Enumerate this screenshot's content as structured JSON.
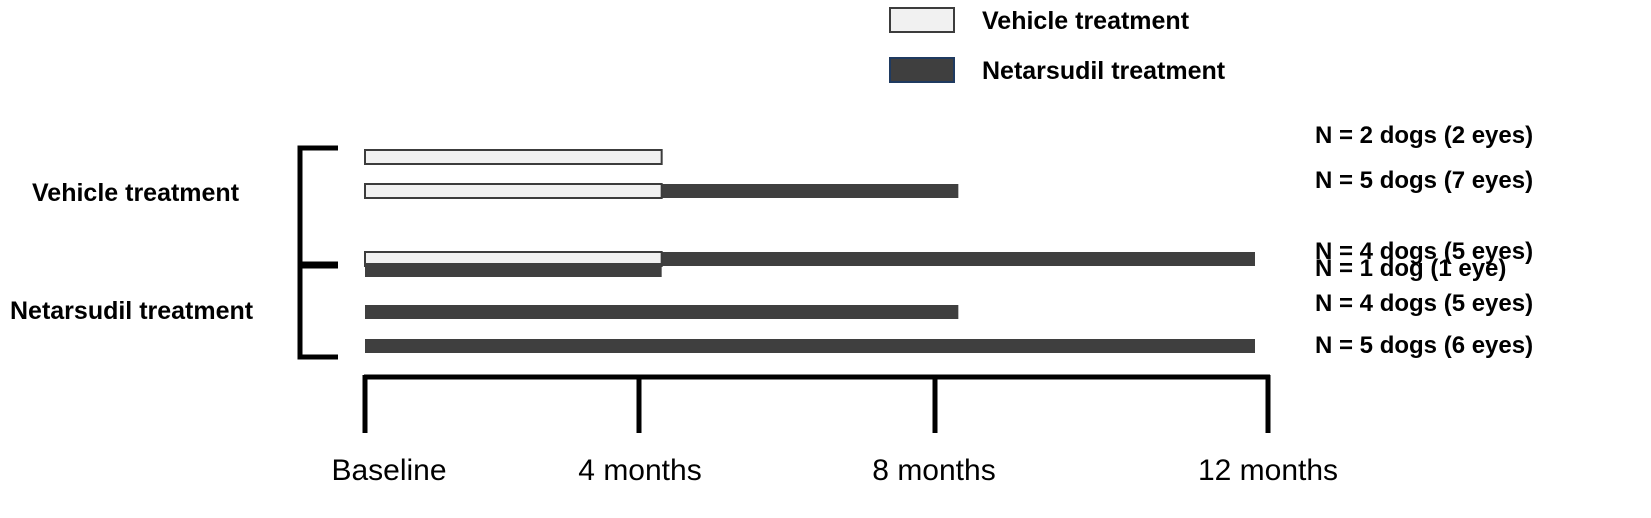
{
  "colors": {
    "vehicle_fill": "#f1f1f1",
    "vehicle_stroke": "#3c3c3c",
    "netarsudil_fill": "#3f3f3f",
    "legend_netarsudil_stroke": "#1f3a60",
    "axis": "#000000"
  },
  "legend": [
    {
      "key": "vehicle",
      "label": "Vehicle treatment"
    },
    {
      "key": "netarsudil",
      "label": "Netarsudil treatment"
    }
  ],
  "groups": [
    {
      "label": "Vehicle treatment"
    },
    {
      "label": "Netarsudil treatment"
    }
  ],
  "timeline": {
    "ticks": [
      {
        "value": 0,
        "label": "Baseline"
      },
      {
        "value": 4,
        "label": "4 months"
      },
      {
        "value": 8,
        "label": "8 months"
      },
      {
        "value": 12,
        "label": "12 months"
      }
    ],
    "xlim": [
      0,
      12
    ]
  },
  "cohorts": [
    {
      "group": "Vehicle treatment",
      "vehicle_months": [
        0,
        4
      ],
      "netarsudil_months": null,
      "label": "N = 2 dogs (2 eyes)"
    },
    {
      "group": "Vehicle treatment",
      "vehicle_months": [
        0,
        4
      ],
      "netarsudil_months": [
        4,
        8
      ],
      "label": "N = 5 dogs (7 eyes)"
    },
    {
      "group": "Vehicle treatment",
      "vehicle_months": [
        0,
        4
      ],
      "netarsudil_months": [
        4,
        12
      ],
      "label": "N = 4 dogs (5 eyes)"
    },
    {
      "group": "Netarsudil treatment",
      "vehicle_months": null,
      "netarsudil_months": [
        0,
        4
      ],
      "label": "N = 1 dog (1 eye)"
    },
    {
      "group": "Netarsudil treatment",
      "vehicle_months": null,
      "netarsudil_months": [
        0,
        8
      ],
      "label": "N = 4 dogs (5 eyes)"
    },
    {
      "group": "Netarsudil treatment",
      "vehicle_months": null,
      "netarsudil_months": [
        0,
        12
      ],
      "label": "N = 5 dogs (6 eyes)"
    }
  ]
}
